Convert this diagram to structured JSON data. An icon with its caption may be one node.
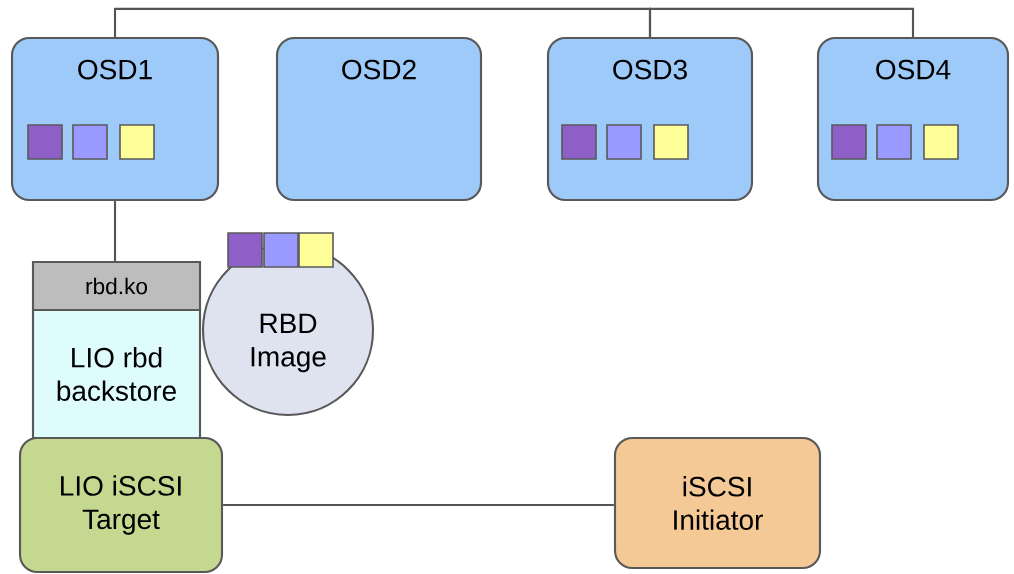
{
  "diagram": {
    "nodes": [
      {
        "text": [
          "OSD1"
        ]
      },
      {
        "text": [
          "OSD2"
        ]
      },
      {
        "text": [
          "OSD3"
        ]
      },
      {
        "text": [
          "OSD4"
        ]
      },
      {
        "text": [
          "rbd.ko"
        ]
      },
      {
        "text": [
          "RBD Image"
        ]
      },
      {
        "text": [
          "LIO rbd backstore"
        ]
      },
      {
        "text": [
          "LIO iSCSI Target"
        ]
      },
      {
        "text": [
          "iSCSI Initiator"
        ]
      }
    ],
    "edges": [
      {
        "from": 0,
        "to": 2,
        "arrow": "none"
      },
      {
        "from": 2,
        "to": 3,
        "arrow": "none"
      },
      {
        "from": 0,
        "to": 4,
        "arrow": "none"
      },
      {
        "from": 7,
        "to": 8,
        "arrow": "none"
      }
    ]
  }
}
